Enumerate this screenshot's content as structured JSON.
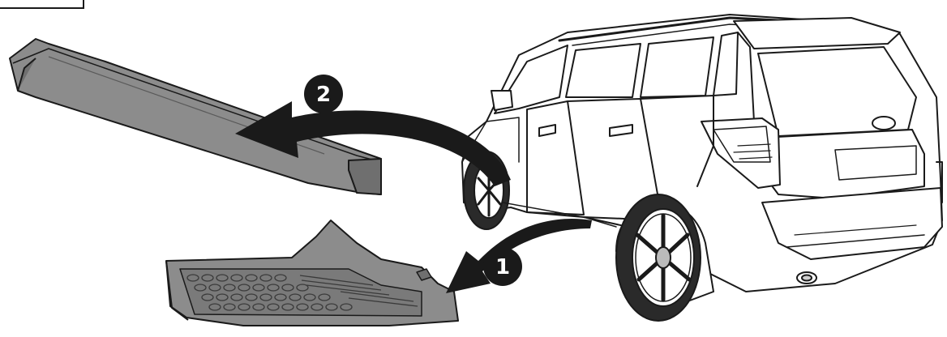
{
  "steps": [
    {
      "number": "1",
      "part": "rear-step-panel"
    },
    {
      "number": "2",
      "part": "side-sill-trim"
    }
  ],
  "colors": {
    "line": "#1a1a1a",
    "part_fill": "#8c8c8c",
    "part_shade": "#6f6f6f",
    "arrow": "#1a1a1a",
    "badge": "#1a1a1a",
    "vehicle_fill": "#ffffff"
  }
}
